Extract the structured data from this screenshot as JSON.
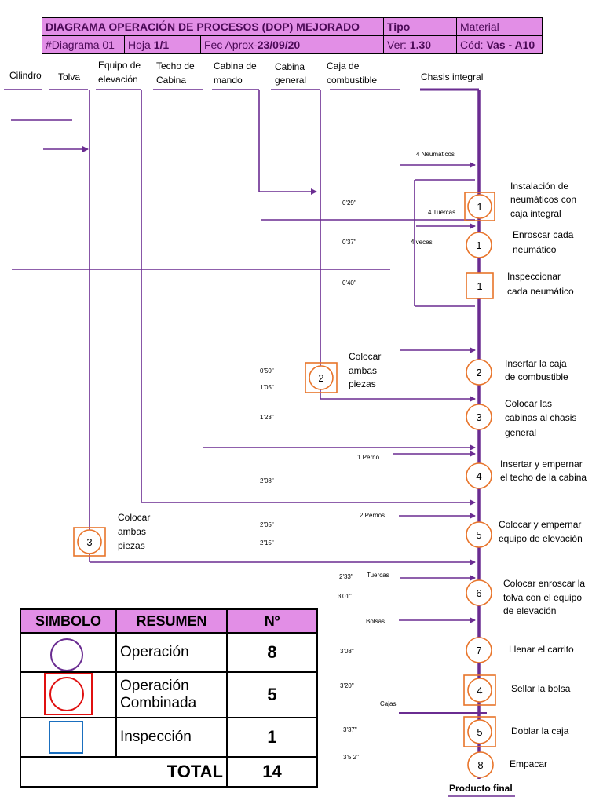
{
  "header": {
    "title": "DIAGRAMA OPERACIÓN DE PROCESOS (DOP) MEJORADO",
    "tipo_label": "Tipo",
    "material_label": "Material",
    "diagrama": "#Diagrama 01",
    "hoja_label": "Hoja ",
    "hoja_value": "1/1",
    "fecha_label": "Fec Aprox-",
    "fecha_value": "23/09/20",
    "ver_label": "Ver: ",
    "ver_value": "1.30",
    "cod_label": "Cód: ",
    "cod_value": "Vas - A10"
  },
  "columns": {
    "cilindro": "Cilindro",
    "tolva": "Tolva",
    "equipo_1": "Equipo de",
    "equipo_2": "elevación",
    "techo_1": "Techo de",
    "techo_2": "Cabina",
    "cabmando_1": "Cabina de",
    "cabmando_2": "mando",
    "cabgen_1": "Cabina",
    "cabgen_2": "general",
    "caja_1": "Caja de",
    "caja_2": "combustible",
    "chasis": "Chasis integral"
  },
  "inputs": {
    "neumaticos": "4 Neumáticos",
    "tuercas4": "4 Tuercas",
    "veces": "4 veces",
    "perno1": "1 Perno",
    "pernos2": "2 Pernos",
    "tuercas": "Tuercas",
    "bolsas": "Bolsas",
    "cajas": "Cajas"
  },
  "times": {
    "t1": "0'29\"",
    "t2": "0'37\"",
    "t3": "0'40\"",
    "t4": "0'50\"",
    "t5": "1'05\"",
    "t6": "1'23\"",
    "t7": "2'08\"",
    "t8": "2'05\"",
    "t9": "2'15\"",
    "t10": "2'33\"",
    "t11": "3'01\"",
    "t12": "3'08\"",
    "t13": "3'20\"",
    "t14": "3'37\"",
    "t15": "3'5 2\""
  },
  "steps": {
    "s1_num": "1",
    "s1_l1": "Instalación de",
    "s1_l2": "neumáticos con",
    "s1_l3": "caja integral",
    "s2_num": "1",
    "s2_l1": "Enroscar cada",
    "s2_l2": "neumático",
    "s3_num": "1",
    "s3_l1": "Inspeccionar",
    "s3_l2": "cada  neumático",
    "s4_num": "2",
    "s4_l1": "Insertar la caja",
    "s4_l2": "de combustible",
    "s5_num": "3",
    "s5_l1": "Colocar las",
    "s5_l2": "cabinas al chasis",
    "s5_l3": "general",
    "s6_num": "4",
    "s6_l1": "Insertar y empernar",
    "s6_l2": "el techo de la cabina",
    "s7_num": "5",
    "s7_l1": "Colocar y empernar",
    "s7_l2": "equipo de elevación",
    "s8_num": "6",
    "s8_l1": "Colocar enroscar la",
    "s8_l2": "tolva con el equipo",
    "s8_l3": "de elevación",
    "s9_num": "7",
    "s9_l1": "Llenar el carrito",
    "s10_num": "4",
    "s10_l1": "Sellar la bolsa",
    "s11_num": "5",
    "s11_l1": "Doblar la caja",
    "s12_num": "8",
    "s12_l1": "Empacar",
    "c2_num": "2",
    "c2_l1": "Colocar",
    "c2_l2": "ambas",
    "c2_l3": "piezas",
    "c3_num": "3",
    "c3_l1": "Colocar",
    "c3_l2": "ambas",
    "c3_l3": "piezas",
    "final": "Producto final"
  },
  "summary": {
    "h_simbolo": "SIMBOLO",
    "h_resumen": "RESUMEN",
    "h_n": "Nº",
    "r1_name": "Operación",
    "r1_n": "8",
    "r2_name_1": "Operación",
    "r2_name_2": "Combinada",
    "r2_n": "5",
    "r3_name": "Inspección",
    "r3_n": "1",
    "total_label": "TOTAL",
    "total_n": "14"
  },
  "colors": {
    "line": "#6a2c91",
    "orange": "#e8742a",
    "header_bg": "#e28ee6",
    "header_text": "#4b0a57",
    "red": "#e01010",
    "blue": "#1a6fbf"
  }
}
